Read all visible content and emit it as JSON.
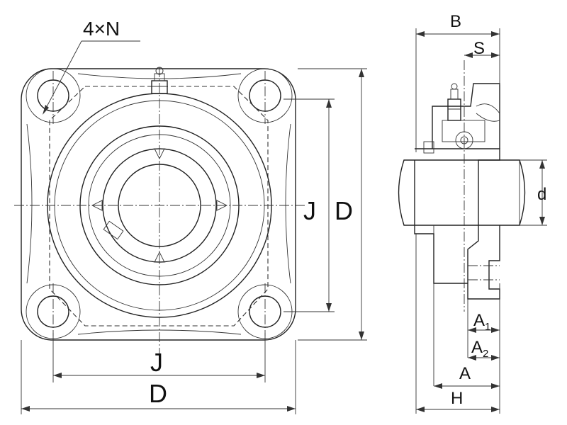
{
  "labels": {
    "holes": "4×N",
    "front_j_h": "J",
    "front_d_h": "D",
    "front_j_v": "J",
    "front_d_v": "D",
    "side_b": "B",
    "side_s": "S",
    "side_d": "d",
    "side_a1_main": "A",
    "side_a1_sub": "1",
    "side_a2_main": "A",
    "side_a2_sub": "2",
    "side_a": "A",
    "side_h": "H"
  }
}
